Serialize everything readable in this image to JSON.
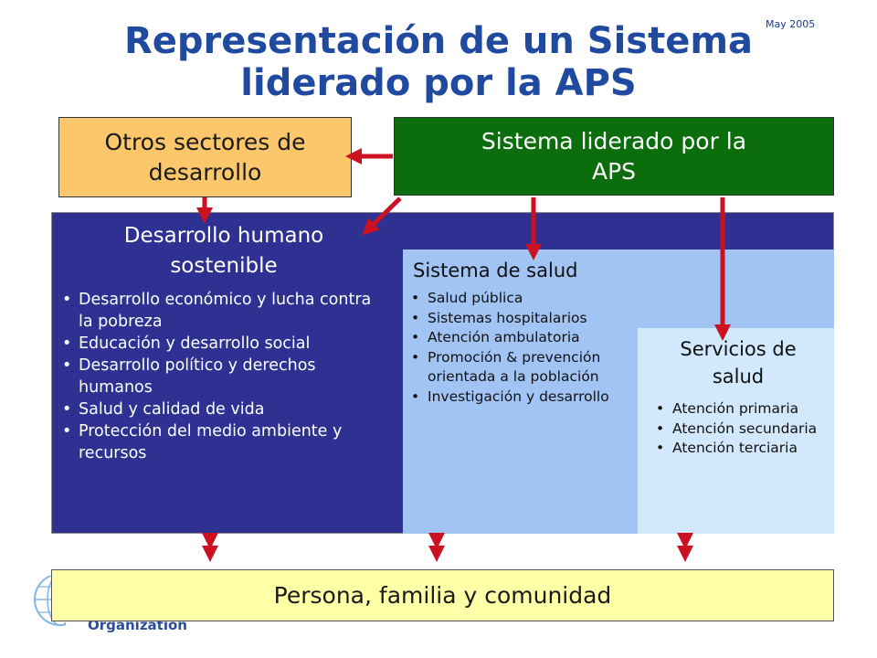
{
  "header": {
    "date": "May 2005",
    "title_line1": "Representación de un Sistema",
    "title_line2": "liderado por la APS"
  },
  "boxes": {
    "otros": {
      "line1": "Otros sectores de",
      "line2": "desarrollo"
    },
    "aps": {
      "label": "Sistema liderado por la APS"
    },
    "desarrollo": {
      "title_line1": "Desarrollo humano",
      "title_line2": "sostenible",
      "items": [
        "Desarrollo económico y lucha contra la pobreza",
        "Educación y desarrollo social",
        "Desarrollo político y derechos humanos",
        "Salud y calidad de vida",
        "Protección del medio ambiente y recursos"
      ]
    },
    "sistema_salud": {
      "title": "Sistema de salud",
      "items": [
        "Salud pública",
        "Sistemas hospitalarios",
        "Atención ambulatoria",
        "Promoción & prevención orientada a la población",
        "Investigación y desarrollo"
      ]
    },
    "servicios": {
      "title_line1": "Servicios de",
      "title_line2": "salud",
      "items": [
        "Atención primaria",
        "Atención secundaria",
        "Atención terciaria"
      ]
    },
    "persona": {
      "label": "Persona, familia y comunidad"
    }
  },
  "colors": {
    "title": "#1f4aa0",
    "otros_bg": "#fbc76a",
    "aps_bg": "#0b6d0b",
    "desarrollo_bg": "#2e3192",
    "salud_bg": "#a2c4f4",
    "servicios_bg": "#d2e8fc",
    "persona_bg": "#ffffa8",
    "arrow": "#cc1122"
  },
  "footer_fragment": "Organization"
}
